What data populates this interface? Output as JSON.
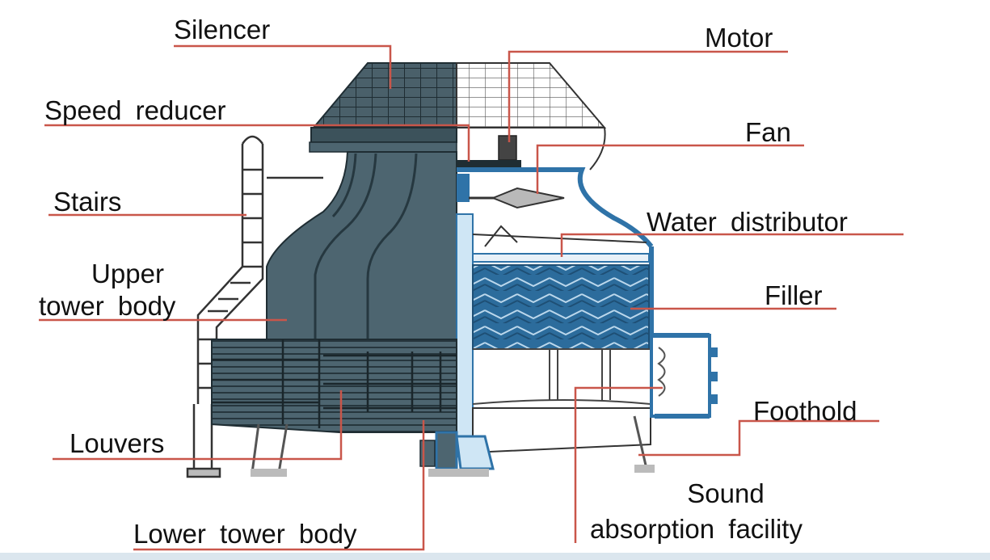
{
  "labels": {
    "silencer": "Silencer",
    "motor": "Motor",
    "speed_reducer": "Speed reducer",
    "fan": "Fan",
    "stairs": "Stairs",
    "water_distributor": "Water distributor",
    "upper_tower_body_line1": "Upper",
    "upper_tower_body_line2": "tower body",
    "filler": "Filler",
    "louvers": "Louvers",
    "foothold": "Foothold",
    "sound_absorption_line1": "Sound",
    "sound_absorption_line2": "absorption facility",
    "lower_tower_body": "Lower tower body"
  },
  "colors": {
    "leader_line": "#c9564a",
    "tower_dark": "#4d6570",
    "tower_darker": "#33474f",
    "tower_blue": "#2f73a8",
    "tower_light_blue": "#cfe6f5",
    "filler_blue": "#2c6c9c",
    "outline": "#222222",
    "text": "#111111"
  }
}
